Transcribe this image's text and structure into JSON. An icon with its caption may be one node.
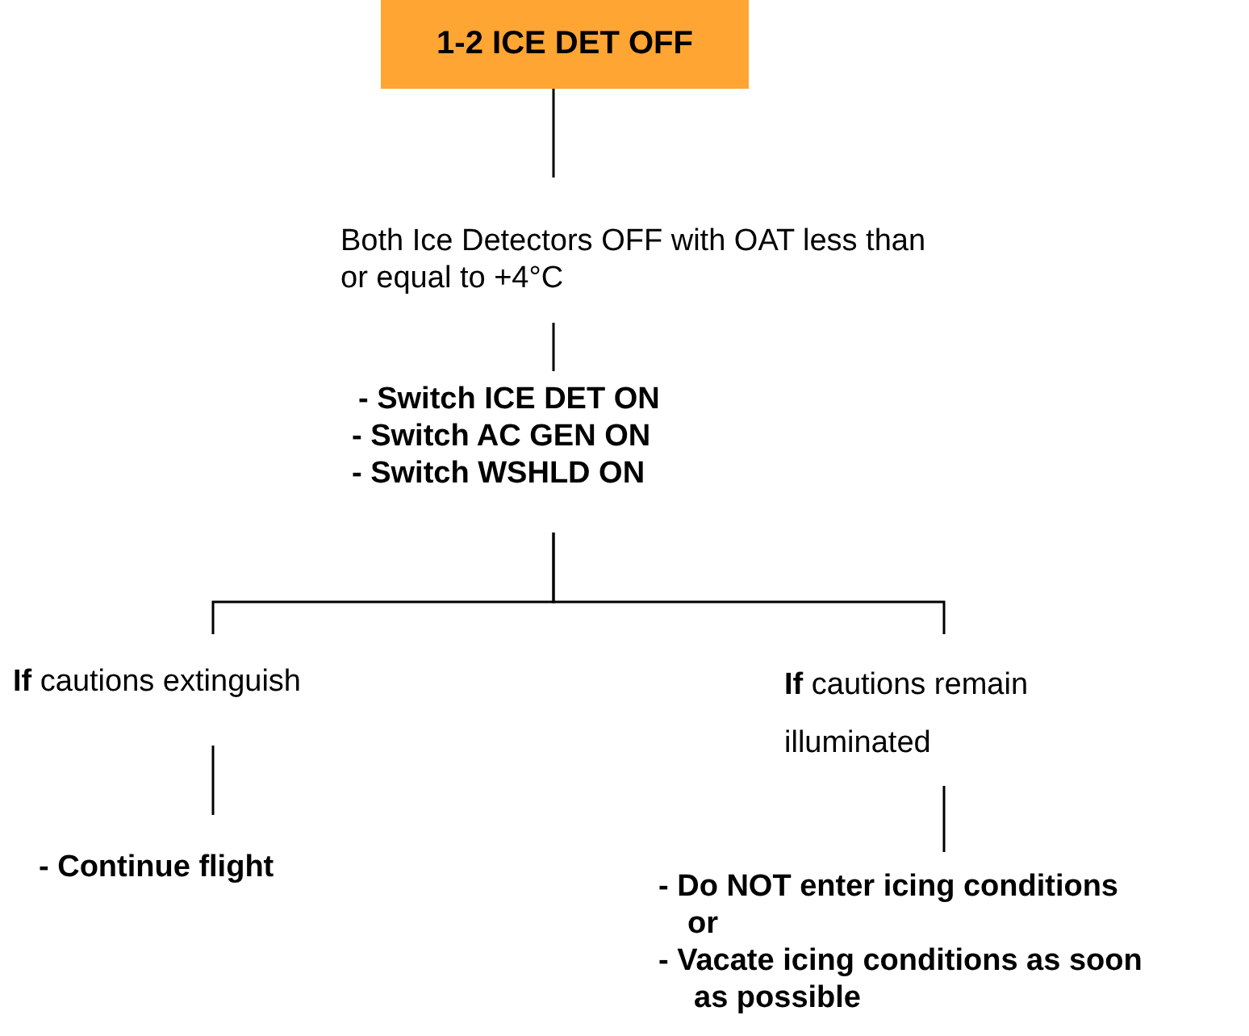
{
  "diagram": {
    "nodes": [
      {
        "text": [
          "1-2 ICE DET OFF"
        ]
      },
      {
        "text": [
          "Both Ice Detectors OFF with OAT less than or equal to +4°C"
        ]
      },
      {
        "text": [
          "- Switch ICE DET ON",
          "- Switch AC GEN ON",
          "- Switch WSHLD ON"
        ]
      },
      {
        "text": [
          "**If** cautions extinguish"
        ]
      },
      {
        "text": [
          "**If** cautions remain illuminated"
        ]
      },
      {
        "text": [
          "- Continue flight"
        ]
      },
      {
        "text": [
          "- Do NOT enter icing conditions",
          "or",
          "- Vacate icing conditions as soon as possible"
        ]
      }
    ],
    "edges": [
      {
        "from": 0,
        "to": 1,
        "arrow": "none"
      },
      {
        "from": 1,
        "to": 2,
        "arrow": "none"
      },
      {
        "from": 2,
        "to": 3,
        "arrow": "none"
      },
      {
        "from": 2,
        "to": 4,
        "arrow": "none"
      },
      {
        "from": 3,
        "to": 5,
        "arrow": "none"
      },
      {
        "from": 4,
        "to": 6,
        "arrow": "none"
      }
    ]
  }
}
